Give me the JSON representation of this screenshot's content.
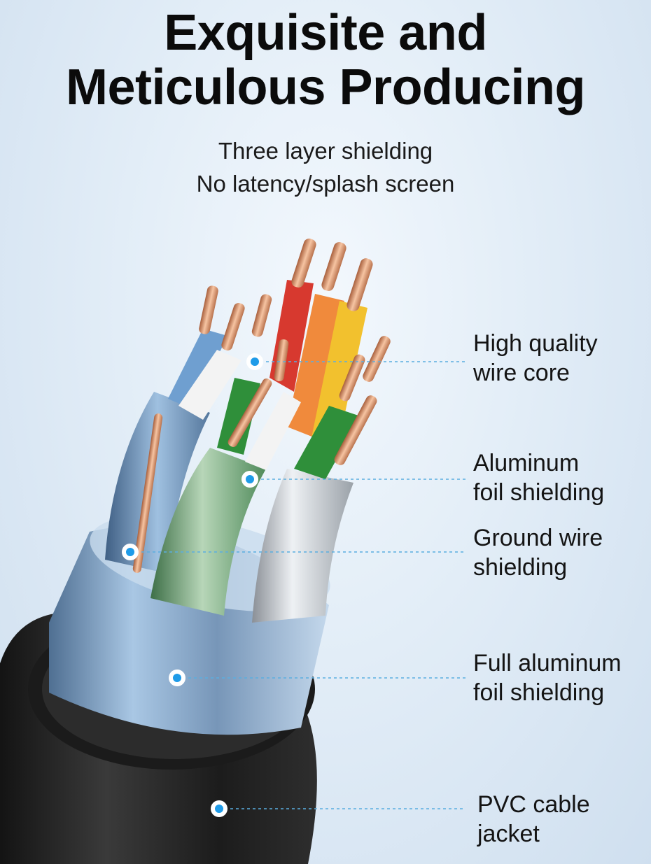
{
  "headline": {
    "line1": "Exquisite and",
    "line2": "Meticulous Producing"
  },
  "subtitle": {
    "line1": "Three layer shielding",
    "line2": "No latency/splash screen"
  },
  "callouts": [
    {
      "line1": "High quality",
      "line2": "wire core"
    },
    {
      "line1": "Aluminum",
      "line2": "foil shielding"
    },
    {
      "line1": "Ground wire",
      "line2": "shielding"
    },
    {
      "line1": "Full aluminum",
      "line2": "foil shielding"
    },
    {
      "line1": "PVC cable",
      "line2": "jacket"
    }
  ],
  "colors": {
    "background": "#e2edf7",
    "marker": "#1f9be8",
    "leader_line": "#5aaee0",
    "jacket": "#232323",
    "foil": "#8fb4d8",
    "wire_red": "#d7392f",
    "wire_orange": "#f08a3c",
    "wire_yellow": "#f2c12e",
    "wire_green": "#2f8f3a",
    "wire_blue": "#6f9fd0",
    "copper": "#d9906a"
  }
}
